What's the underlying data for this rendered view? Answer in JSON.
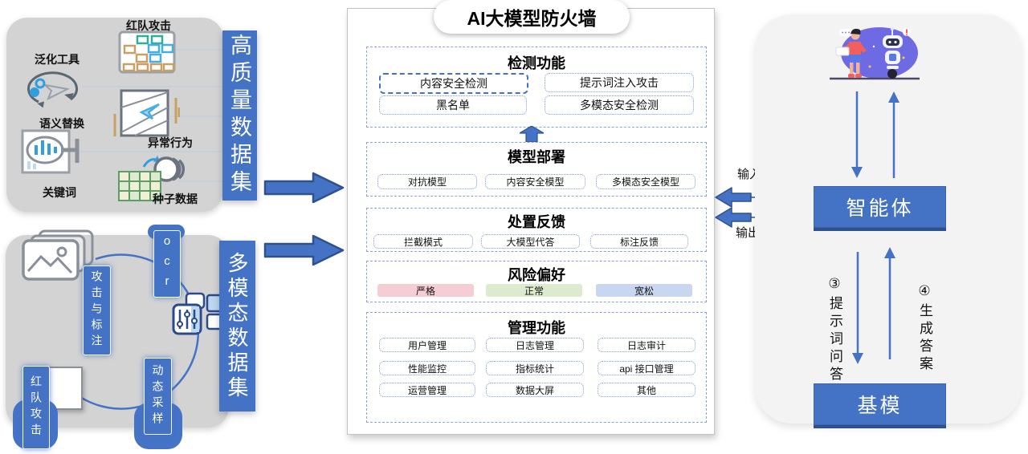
{
  "diagram": {
    "title": "AI大模型防火墙",
    "left_top": {
      "bar_label": "高质量数据集",
      "items": [
        {
          "label": "红队攻击",
          "icon": "red-team-grid-icon"
        },
        {
          "label": "泛化工具",
          "icon": "generalization-loop-icon"
        },
        {
          "label": "语义替换",
          "icon": "semantic-replace-magnifier-icon"
        },
        {
          "label": "异常行为",
          "icon": "abnormal-behavior-icon"
        },
        {
          "label": "关键词",
          "icon": "keyword-icon"
        },
        {
          "label": "种子数据",
          "icon": "seed-data-grid-db-icon"
        }
      ]
    },
    "left_bottom": {
      "bar_label": "多模态数据集",
      "pills": [
        {
          "label": "攻击与标注"
        },
        {
          "label": "ocr"
        },
        {
          "label": "动态采样"
        },
        {
          "label": "红队攻击"
        }
      ],
      "icons": [
        "photos-stack-icon",
        "panels-sliders-icon"
      ]
    },
    "firewall": {
      "sections": [
        {
          "title": "检测功能",
          "items": [
            "内容安全检测",
            "提示词注入攻击",
            "黑名单",
            "多模态安全检测"
          ]
        },
        {
          "title": "模型部署",
          "items": [
            "对抗模型",
            "内容安全模型",
            "多模态安全模型"
          ]
        },
        {
          "title": "处置反馈",
          "items": [
            "拦截模式",
            "大模型代答",
            "标注反馈"
          ]
        },
        {
          "title": "风险偏好",
          "chips": [
            {
              "label": "严格",
              "color": "#F5CDD5"
            },
            {
              "label": "正常",
              "color": "#DCEBCD"
            },
            {
              "label": "宽松",
              "color": "#C8D7EF"
            }
          ]
        },
        {
          "title": "管理功能",
          "items": [
            "用户管理",
            "日志管理",
            "日志审计",
            "性能监控",
            "指标统计",
            "api 接口管理",
            "运营管理",
            "数据大屏",
            "其他"
          ]
        }
      ]
    },
    "right": {
      "agent_label": "智能体",
      "base_model_label": "基模",
      "input_audit": "输入审计",
      "output_audit": "输出审计",
      "prompt_qa": "③提示词问答",
      "generate_answer": "④生成答案",
      "illustration": "human-robot-illustration"
    },
    "colors": {
      "accent_blue": "#4472C4",
      "accent_blue_dark": "#2F528F",
      "panel_gray": "#D3D3D3",
      "right_panel_gray": "#F3F3F4",
      "chip_strict": "#F5CDD5",
      "chip_normal": "#DCEBCD",
      "chip_loose": "#C8D7EF"
    }
  }
}
